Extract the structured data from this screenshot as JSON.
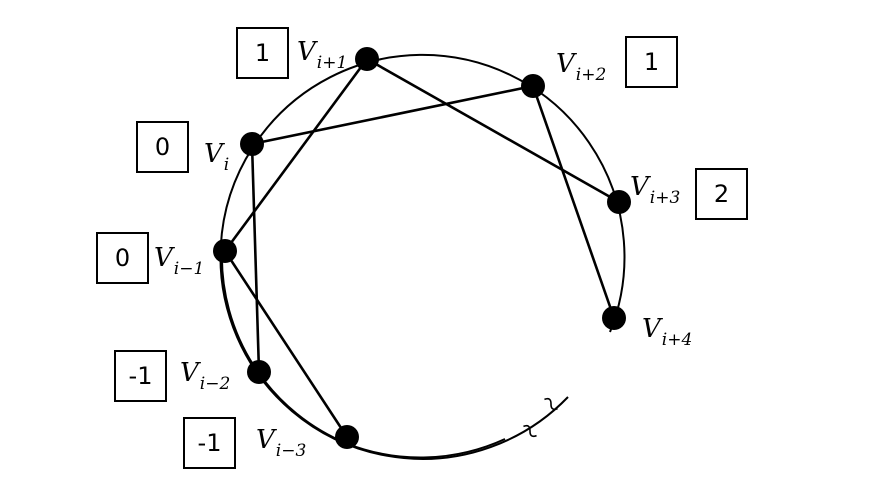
{
  "vertices": [
    {
      "id": "v_i_plus_1",
      "base": "V",
      "sub": "i+1",
      "box": "1"
    },
    {
      "id": "v_i_plus_2",
      "base": "V",
      "sub": "i+2",
      "box": "1"
    },
    {
      "id": "v_i",
      "base": "V",
      "sub": "i",
      "box": "0"
    },
    {
      "id": "v_i_plus_3",
      "base": "V",
      "sub": "i+3",
      "box": "2"
    },
    {
      "id": "v_i_minus_1",
      "base": "V",
      "sub": "i−1",
      "box": "0"
    },
    {
      "id": "v_i_plus_4",
      "base": "V",
      "sub": "i+4",
      "box": ""
    },
    {
      "id": "v_i_minus_2",
      "base": "V",
      "sub": "i−2",
      "box": "-1"
    },
    {
      "id": "v_i_minus_3",
      "base": "V",
      "sub": "i−3",
      "box": "-1"
    }
  ],
  "edges": [
    [
      "v_i_plus_1",
      "v_i_plus_3"
    ],
    [
      "v_i_plus_1",
      "v_i_minus_1"
    ],
    [
      "v_i",
      "v_i_plus_2"
    ],
    [
      "v_i",
      "v_i_minus_2"
    ],
    [
      "v_i_plus_2",
      "v_i_plus_4"
    ],
    [
      "v_i_minus_1",
      "v_i_minus_3"
    ]
  ]
}
